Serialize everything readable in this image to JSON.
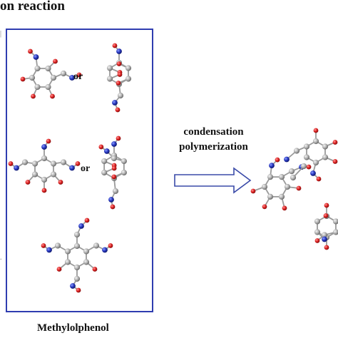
{
  "heading": "on reaction",
  "panel": {
    "caption": "Methylolphenol",
    "or_1": "or",
    "or_2": "or"
  },
  "arrow": {
    "label_line1": "condensation",
    "label_line2": "polymerization"
  },
  "colors": {
    "border": "#2f3db0",
    "carbon": "#a9a9a9",
    "oxygen": "#d42020",
    "nitrogen": "#2536b8",
    "hydrogen": "#f2f2f2"
  }
}
